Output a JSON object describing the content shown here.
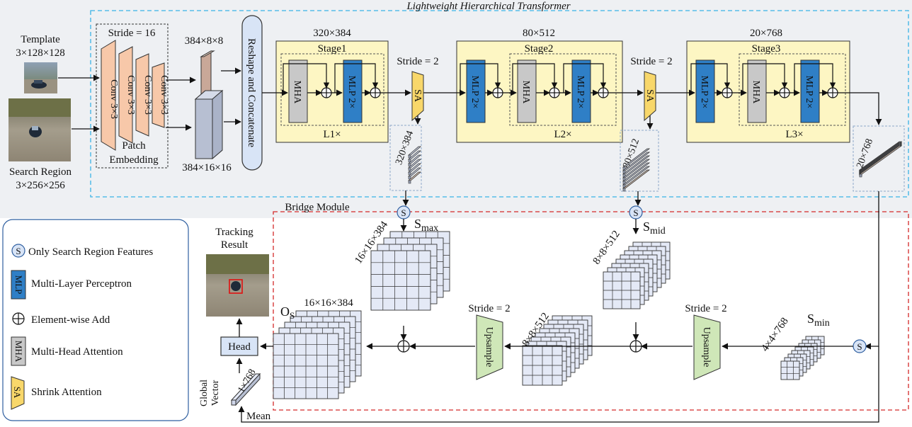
{
  "colors": {
    "top_panel_bg": "#eef0f3",
    "transformer_border": "#3ab3e6",
    "bridge_border": "#d42a2a",
    "conv_fill": "#f7c8a9",
    "stage_fill": "#fdf6c3",
    "mlp_fill": "#2f7fc6",
    "mha_fill": "#c8c8c8",
    "sa_fill": "#f8d76a",
    "upsample_fill": "#cfe7b8",
    "reshape_fill": "#d8e4f6",
    "cube_fill": "#e4e9f6",
    "head_fill": "#d8e4f6"
  },
  "titles": {
    "transformer": "Lightweight Hierarchical Transformer",
    "bridge": "Bridge Module"
  },
  "inputs": {
    "template_label": "Template",
    "template_size": "3×128×128",
    "search_label": "Search Region",
    "search_size": "3×256×256"
  },
  "patch_embedding": {
    "stride": "Stride = 16",
    "conv": "Conv 3×3",
    "label_line1": "Patch",
    "label_line2": "Embedding",
    "out_template": "384×8×8",
    "out_search": "384×16×16"
  },
  "reshape_label": "Reshape and Concatenate",
  "stage1": {
    "dims": "320×384",
    "title": "Stage1",
    "repeat": "L1×",
    "mha": "MHA",
    "mlp": "MLP 2×"
  },
  "stage2": {
    "dims": "80×512",
    "title": "Stage2",
    "repeat": "L2×",
    "mha": "MHA",
    "mlp": "MLP 2×"
  },
  "stage3": {
    "dims": "20×768",
    "title": "Stage3",
    "repeat": "L3×",
    "mha": "MHA",
    "mlp": "MLP 2×"
  },
  "sa": {
    "label": "SA",
    "stride": "Stride = 2"
  },
  "tokens": {
    "t1": "320×384",
    "t2": "80×512",
    "t3": "20×768"
  },
  "s_badge": "S",
  "bridge": {
    "smax_main": "S",
    "smax_sub": "max",
    "smax_dims": "16×16×384",
    "smid_main": "S",
    "smid_sub": "mid",
    "smid_dims": "8×8×512",
    "smin_main": "S",
    "smin_sub": "min",
    "smin_dims": "4×4×768",
    "up_stride": "Stride = 2",
    "upsample": "Upsample",
    "mid_out_dims": "8×8×512",
    "os_main": "O",
    "os_sub": "S",
    "os_dims": "16×16×384",
    "head": "Head",
    "tracking_line1": "Tracking",
    "tracking_line2": "Result",
    "global_line1": "Global",
    "global_line2": "Vector",
    "global_dims": "1×768",
    "mean": "Mean"
  },
  "legend": {
    "items": [
      {
        "icon": "S",
        "text": "Only Search Region Features"
      },
      {
        "icon": "MLP",
        "text": "Multi-Layer Perceptron"
      },
      {
        "icon": "⊕",
        "text": "Element-wise Add"
      },
      {
        "icon": "MHA",
        "text": "Multi-Head Attention"
      },
      {
        "icon": "SA",
        "text": "Shrink Attention"
      }
    ]
  }
}
